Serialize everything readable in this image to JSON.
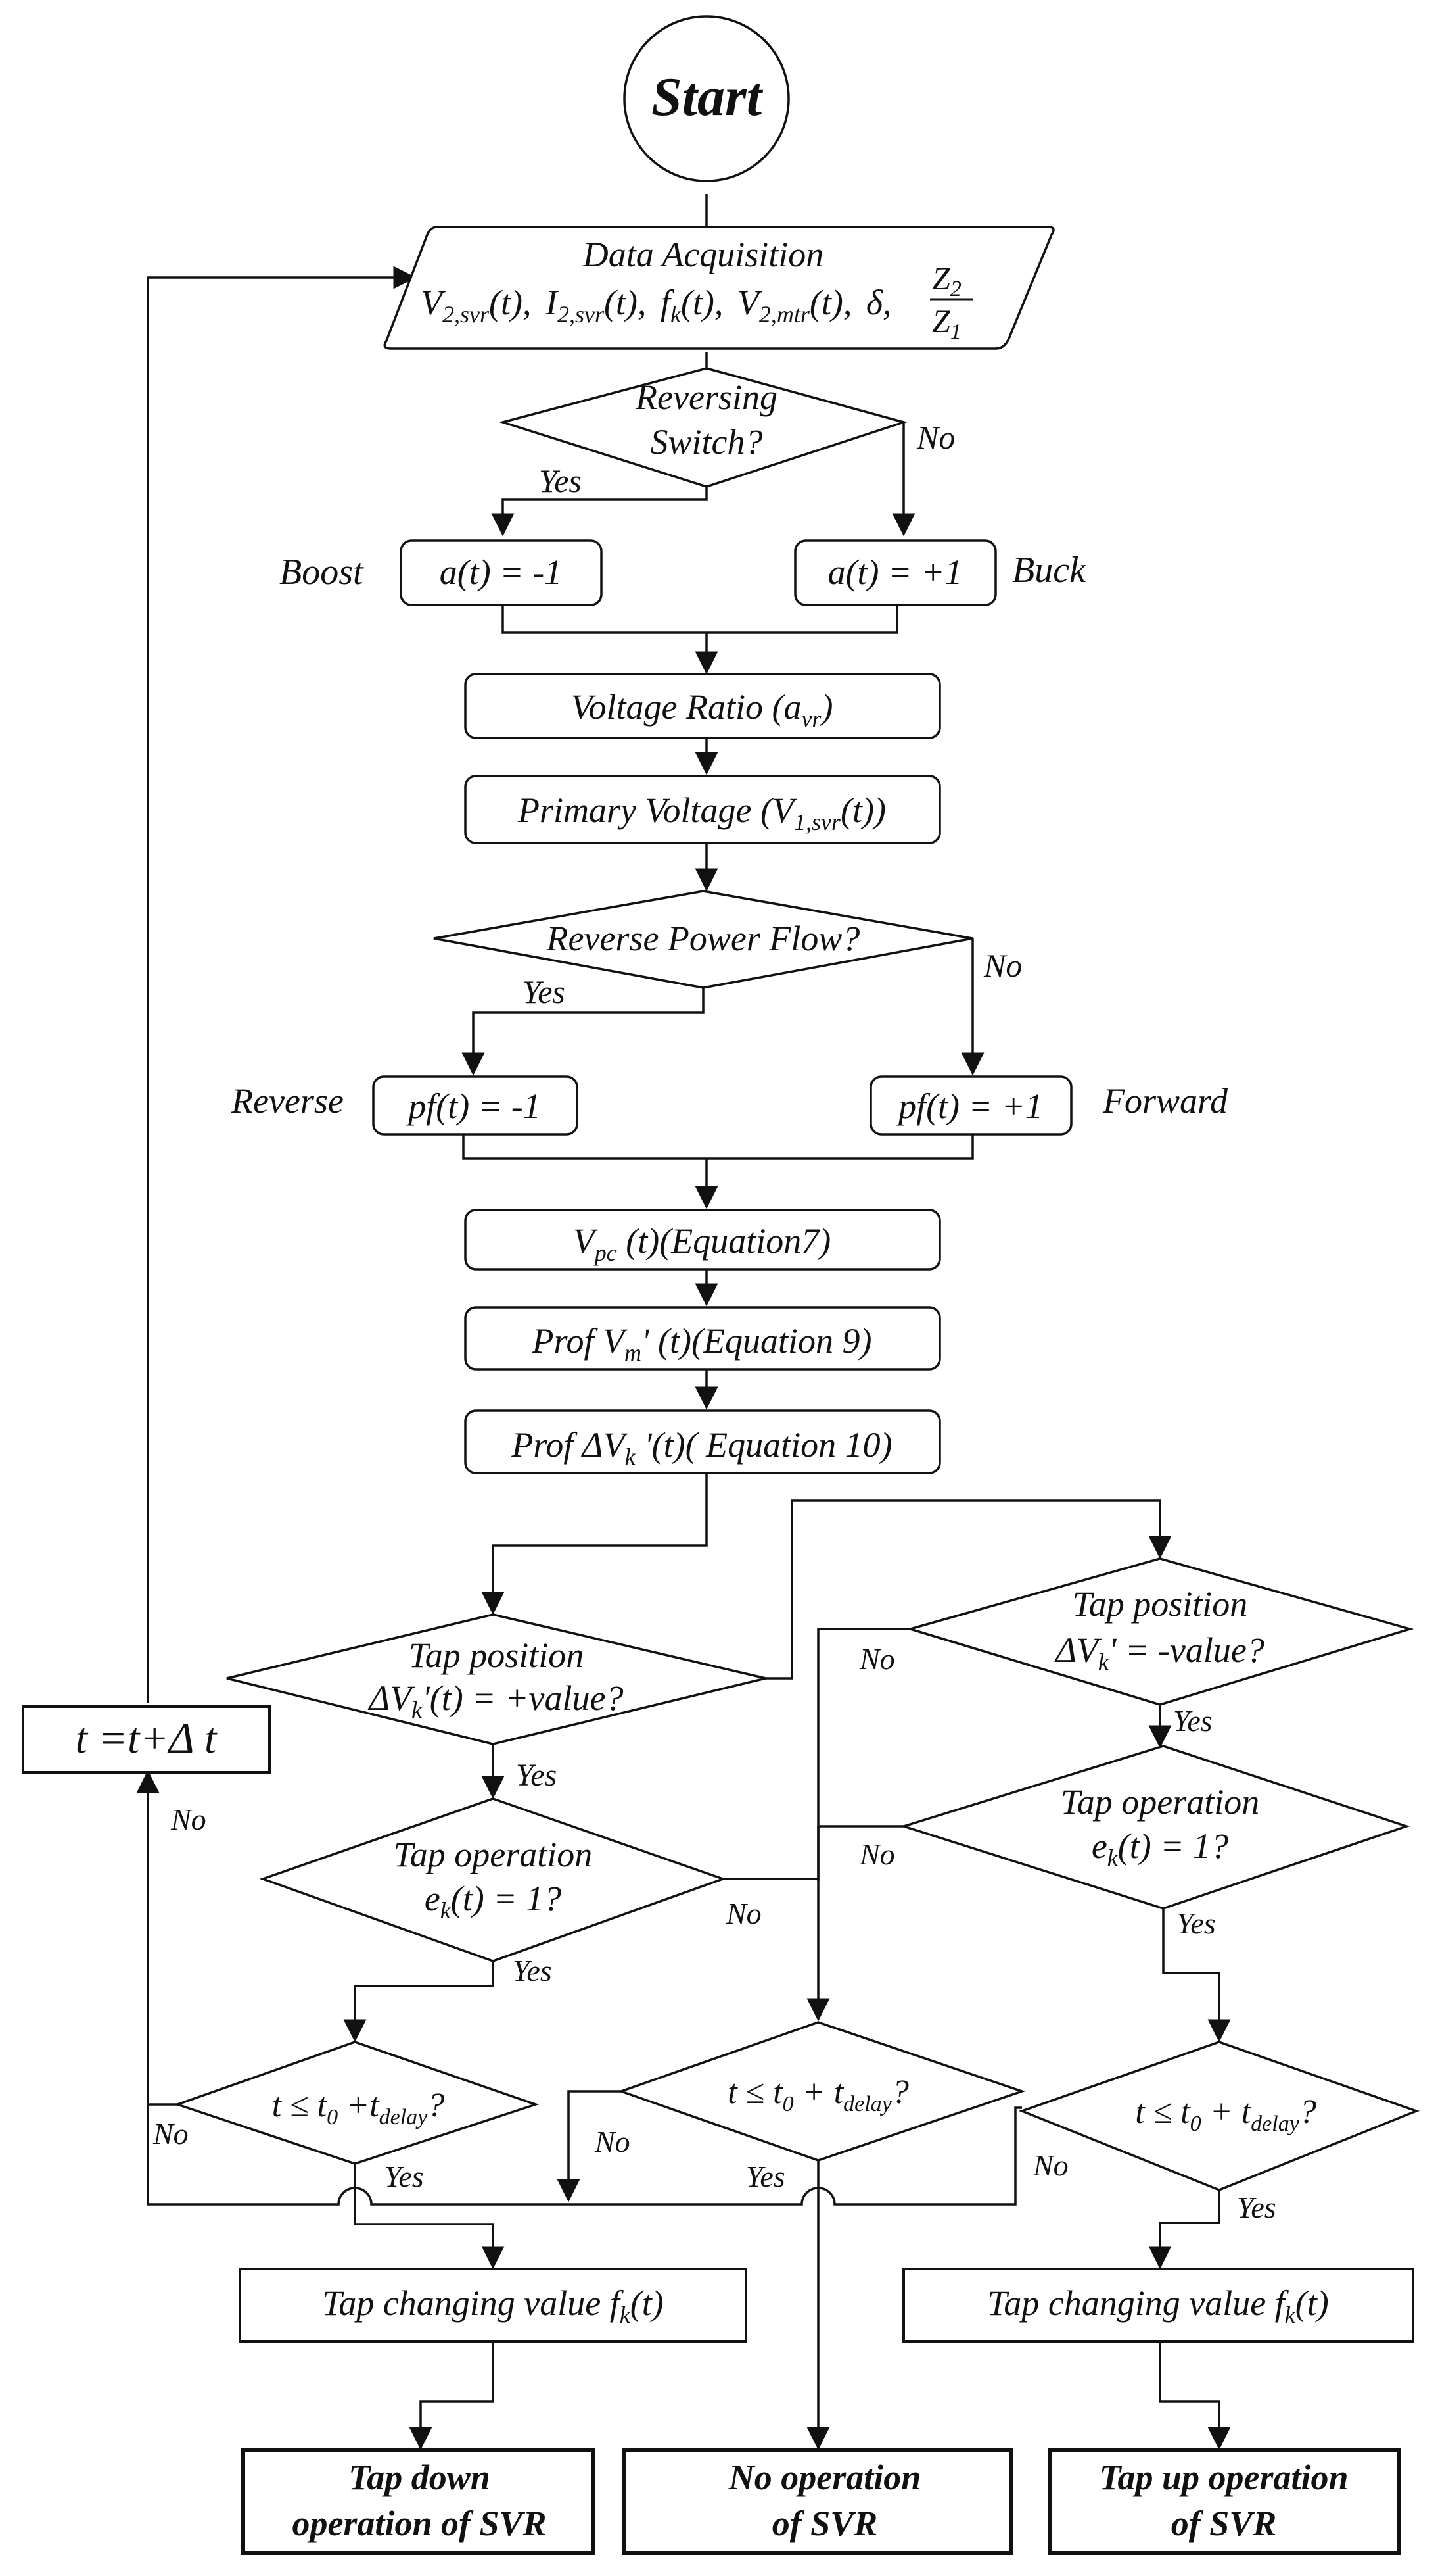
{
  "start": {
    "label": "Start"
  },
  "data_acquisition": {
    "title": "Data Acquisition",
    "V2svr_prefix": "V",
    "V2svr_sub": "2,svr",
    "V2svr_suffix": "(t),",
    "I2svr_prefix": "I",
    "I2svr_sub": "2,svr",
    "I2svr_suffix": "(t),",
    "fk_prefix": "f",
    "fk_sub": "k",
    "fk_suffix": "(t),",
    "V2mtr_prefix": "V",
    "V2mtr_sub": "2,mtr",
    "V2mtr_suffix": "(t),",
    "delta": "δ,",
    "ratio_num": "Z",
    "ratio_num_sub": "2",
    "ratio_den": "Z",
    "ratio_den_sub": "1"
  },
  "reversing_switch": {
    "line1": "Reversing",
    "line2": "Switch?",
    "yes": "Yes",
    "no": "No"
  },
  "boost": {
    "side_label": "Boost",
    "box": "a(t) = -1"
  },
  "buck": {
    "side_label": "Buck",
    "box": "a(t) = +1"
  },
  "voltage_ratio": {
    "text": "Voltage Ratio (a",
    "sub": "vr",
    "close": ")"
  },
  "primary_voltage": {
    "text": "Primary Voltage (V",
    "sub": "1,svr",
    "close": "(t))"
  },
  "reverse_power_flow": {
    "text": "Reverse Power Flow?",
    "yes": "Yes",
    "no": "No"
  },
  "reverse": {
    "side_label": "Reverse",
    "box": "pf(t) = -1"
  },
  "forward": {
    "side_label": "Forward",
    "box": "pf(t) = +1"
  },
  "vpc": {
    "prefix": "V",
    "sub": "pc",
    "suffix": " (t)(Equation7)"
  },
  "prof_vm": {
    "prefix": "Prof V",
    "sub": "m",
    "suffix": "' (t)(Equation 9)"
  },
  "prof_dvk": {
    "prefix": "Prof ΔV",
    "sub": "k",
    "suffix": " '(t)( Equation 10)"
  },
  "tap_pos_plus": {
    "line1": "Tap position",
    "line2_prefix": "ΔV",
    "line2_sub": "k",
    "line2_suffix": "'(t) = +value?",
    "yes": "Yes"
  },
  "tap_pos_minus": {
    "line1": "Tap position",
    "line2_prefix": "ΔV",
    "line2_sub": "k",
    "line2_suffix": "' = -value?",
    "yes": "Yes",
    "no": "No"
  },
  "tap_op_left": {
    "line1": "Tap operation",
    "line2_prefix": "e",
    "line2_sub": "k",
    "line2_suffix": "(t) = 1?",
    "yes": "Yes",
    "no": "No"
  },
  "tap_op_right": {
    "line1": "Tap operation",
    "line2_prefix": "e",
    "line2_sub": "k",
    "line2_suffix": "(t) = 1?",
    "yes": "Yes",
    "no": "No"
  },
  "delay_left": {
    "prefix": "t ≤ t",
    "sub0": "0",
    "mid": " +t",
    "sub1": "delay",
    "suffix": "?",
    "yes": "Yes",
    "no": "No"
  },
  "delay_mid": {
    "prefix": "t ≤ t",
    "sub0": "0",
    "mid": " + t",
    "sub1": "delay",
    "suffix": "?",
    "yes": "Yes",
    "no": "No"
  },
  "delay_right": {
    "prefix": "t ≤ t",
    "sub0": "0",
    "mid": " + t",
    "sub1": "delay",
    "suffix": "?",
    "yes": "Yes",
    "no": "No"
  },
  "time_increment": {
    "text": "t =t+Δ t",
    "no": "No"
  },
  "tap_change_left": {
    "prefix": "Tap changing value f",
    "sub": "k",
    "suffix": "(t)"
  },
  "tap_change_right": {
    "prefix": "Tap changing value f",
    "sub": "k",
    "suffix": "(t)"
  },
  "tap_down": {
    "line1": "Tap down",
    "line2": "operation of SVR"
  },
  "no_operation": {
    "line1": "No operation",
    "line2": "of SVR"
  },
  "tap_up": {
    "line1": "Tap up operation",
    "line2": "of SVR"
  }
}
